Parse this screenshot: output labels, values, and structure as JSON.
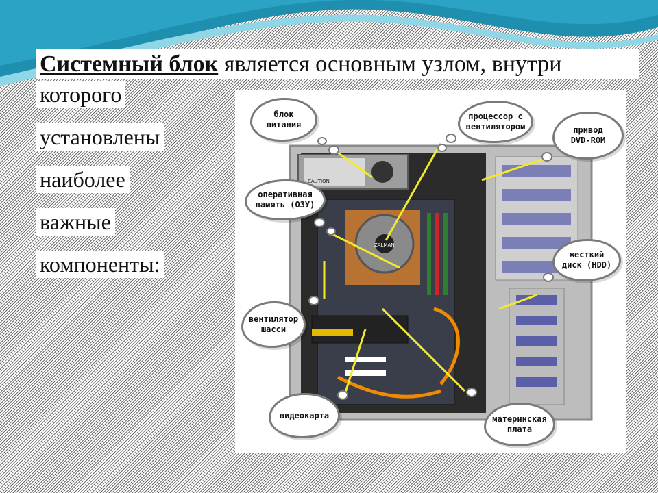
{
  "header": {
    "title_strong": "Системный блок",
    "title_rest": " является основным узлом, внутри"
  },
  "body_lines": [
    "которого",
    "установлены",
    "наиболее",
    "важные",
    "компоненты:"
  ],
  "labels": {
    "psu": "блок\nпитания",
    "cpu": "процессор с\nвентилятором",
    "dvd": "привод\nDVD-ROM",
    "ram": "оперативная\nпамять (ОЗУ)",
    "hdd": "жесткий\nдиск (HDD)",
    "fan": "вентилятор\nшасси",
    "gpu": "видеокарта",
    "mb": "материнская\nплата"
  },
  "photo_text": {
    "psu_caution": "CAUTION",
    "cooler_brand": "ZALMAN"
  },
  "colors": {
    "wave_dark": "#1f8fb0",
    "wave_light": "#8fd6e6",
    "pointer": "#f2ea2a"
  }
}
